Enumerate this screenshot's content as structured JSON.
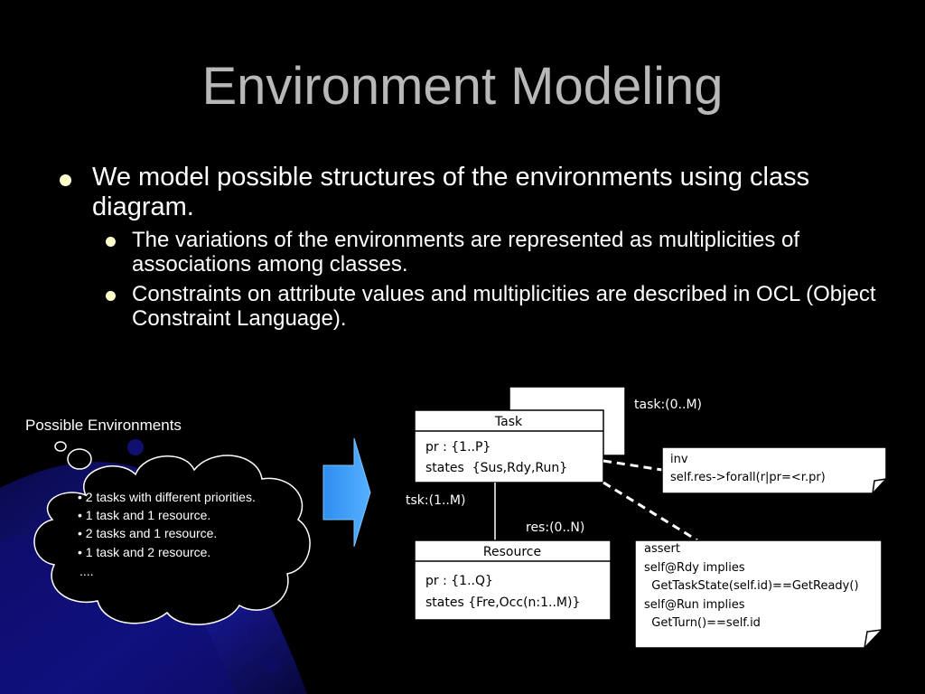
{
  "title": "Environment Modeling",
  "bullets": [
    {
      "text": "We model possible structures of the environments using class diagram.",
      "sub": [
        "The variations of the environments are represented as multiplicities of associations among classes.",
        "Constraints on attribute values and multiplicities are described in OCL (Object Constraint Language)."
      ]
    }
  ],
  "environments": {
    "label": "Possible Environments",
    "items": [
      "• 2 tasks with different priorities.",
      "• 1 task and 1 resource.",
      "• 2 tasks and 1 resource.",
      "• 1 task and 2 resource.",
      "...."
    ]
  },
  "diagram": {
    "task_class": {
      "name": "Task",
      "attrs": [
        "pr : {1..P}",
        "states  {Sus,Rdy,Run}"
      ]
    },
    "resource_class": {
      "name": "Resource",
      "attrs": [
        "pr : {1..Q}",
        "states {Fre,Occ(n:1..M)}"
      ]
    },
    "task_multiplicity": "task:(0..M)",
    "tsk_label": "tsk:(1..M)",
    "res_label": "res:(0..N)",
    "inv_note": [
      "inv",
      "self.res->forall(r|pr=<r.pr)"
    ],
    "assert_note": [
      "assert",
      "self@Rdy implies",
      "  GetTaskState(self.id)==GetReady()",
      "self@Run implies",
      "  GetTurn()==self.id"
    ]
  },
  "colors": {
    "background": "#000000",
    "title": "#b8b8b8",
    "bullet": "#ffffcc",
    "arrow": "#3399ff",
    "accent_blue": "#1a1aa0"
  }
}
